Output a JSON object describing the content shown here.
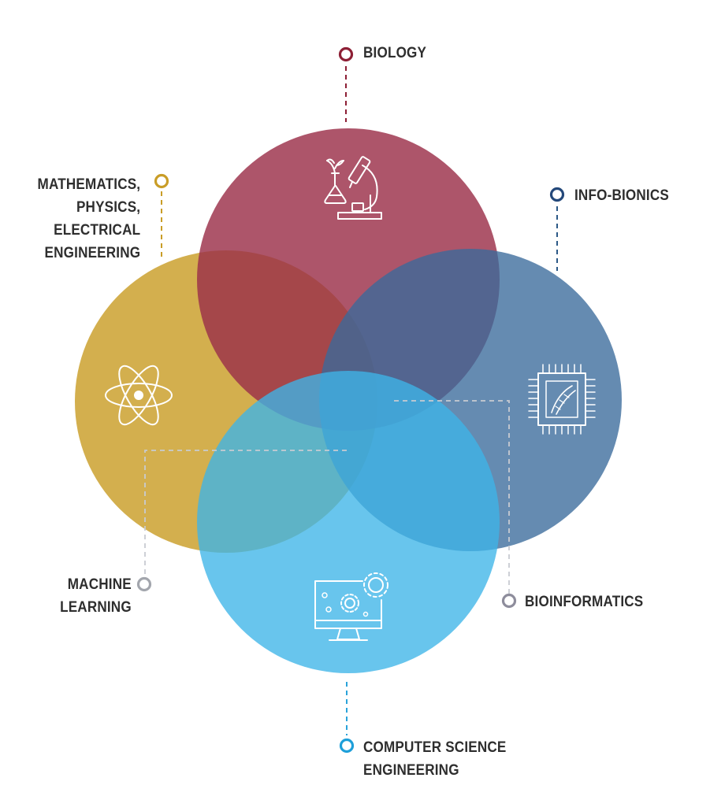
{
  "diagram": {
    "circles": [
      {
        "id": "biology",
        "label_lines": [
          "BIOLOGY"
        ],
        "color": "#9b3049",
        "icon": "microscope-flask-icon"
      },
      {
        "id": "info-bionics",
        "label_lines": [
          "INFO-BIONICS"
        ],
        "color": "#3a6a9b",
        "icon": "dna-chip-icon"
      },
      {
        "id": "mathematics",
        "label_lines": [
          "MATHEMATICS,",
          "PHYSICS,",
          "ELECTRICAL",
          "ENGINEERING"
        ],
        "color": "#c99d27",
        "icon": "atom-icon"
      },
      {
        "id": "computer-science",
        "label_lines": [
          "COMPUTER SCIENCE",
          "ENGINEERING"
        ],
        "color": "#3eb5e8",
        "icon": "monitor-gears-icon"
      }
    ],
    "intersections": [
      {
        "id": "machine-learning",
        "label_lines": [
          "MACHINE",
          "LEARNING"
        ],
        "color": "#a3a6ad"
      },
      {
        "id": "bioinformatics",
        "label_lines": [
          "BIOINFORMATICS"
        ],
        "color": "#8e8d9c"
      }
    ]
  }
}
